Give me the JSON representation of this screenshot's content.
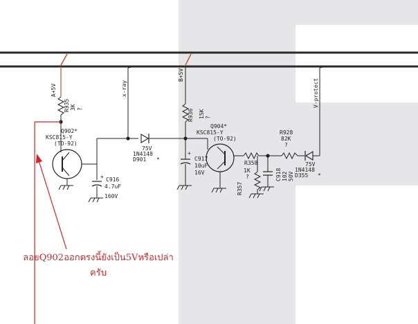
{
  "colors": {
    "wire": "#222222",
    "bus": "#2a2a2a",
    "annotation": "#d0262a",
    "brown_wire": "#b45a3c",
    "shade": "#e6e6e8"
  },
  "nets": {
    "a5v": "A+5V",
    "xray": "x-ray",
    "b5v": "B+5V",
    "vprotect": "V-protect"
  },
  "components": {
    "r935": {
      "ref": "R935",
      "value": "3K",
      "tol": "?"
    },
    "q902": {
      "ref": "Q902*",
      "part": "KSC815-Y",
      "pkg": "(TO-92)"
    },
    "c916": {
      "ref": "C916",
      "value": "4.7uF",
      "voltage": "160V"
    },
    "d901": {
      "ref": "D901",
      "part": "1N4148",
      "volt": "75V",
      "mark": "*"
    },
    "r936": {
      "ref": "R936",
      "value": "15K",
      "tol": "?"
    },
    "q904": {
      "ref": "Q904*",
      "part": "KSC815-Y",
      "pkg": "(TO-92)"
    },
    "c917": {
      "ref": "C917",
      "value": "10uF",
      "voltage": "16V"
    },
    "r358": {
      "ref": "R358"
    },
    "r357": {
      "ref": "R357",
      "value": "1K",
      "tol": "?"
    },
    "c918": {
      "ref": "C918",
      "value": "102",
      "voltage": "50V"
    },
    "r928": {
      "ref": "R928",
      "value": "82K",
      "tol": "?"
    },
    "d355": {
      "ref": "D355",
      "part": "1N4148",
      "volt": "75V",
      "mark": "*"
    }
  },
  "annotation": {
    "line1": "ลอยQ902ออกตรงนี้ยังเป็น5Vหรือเปล่า",
    "line2": "ครับ"
  }
}
